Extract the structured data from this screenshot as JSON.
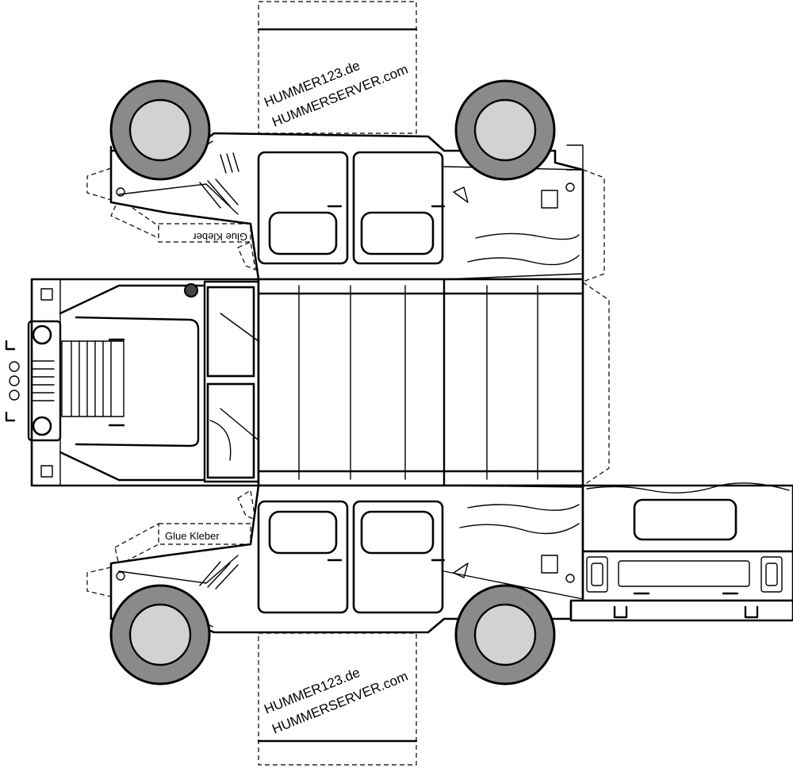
{
  "watermark": {
    "line1": "HUMMER123.de",
    "line2": "HUMMERSERVER.com"
  },
  "glue_label": "Glue Kleber",
  "colors": {
    "tire": "#8a8a8a",
    "hub": "#d2d2d2",
    "outline": "#000000",
    "paper": "#ffffff"
  }
}
